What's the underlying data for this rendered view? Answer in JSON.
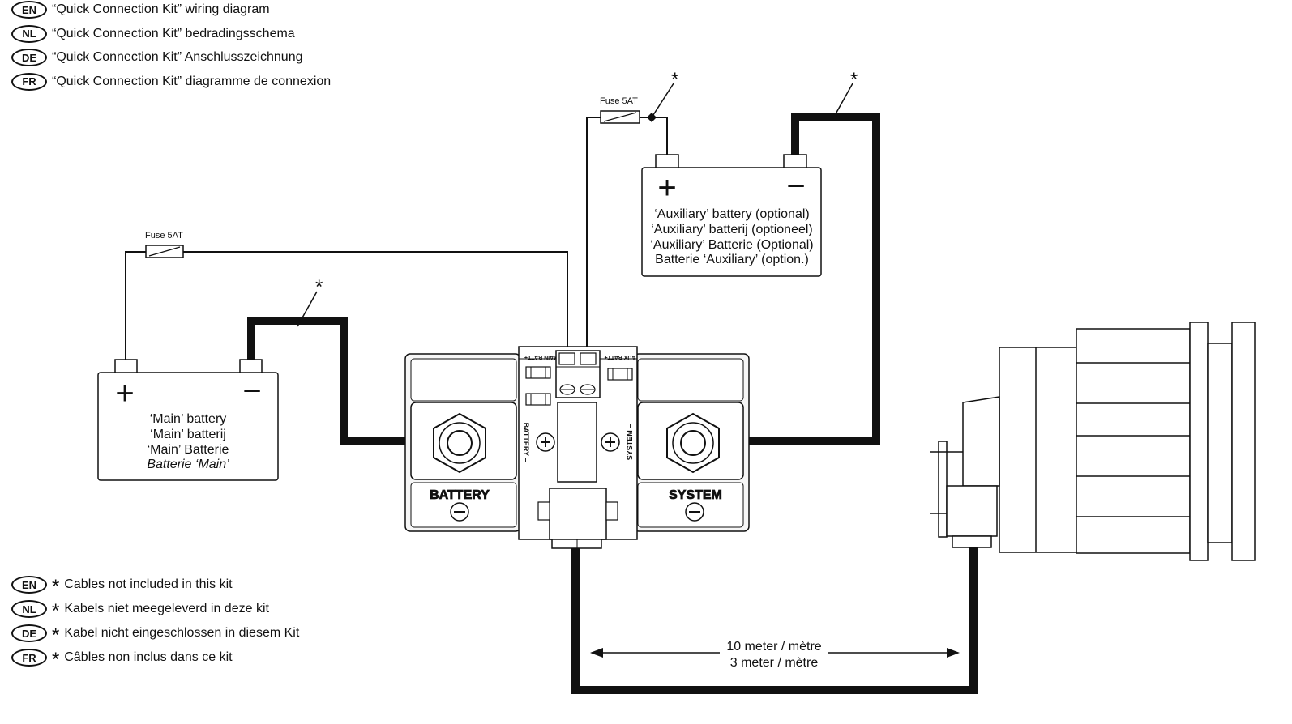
{
  "titles": [
    {
      "code": "EN",
      "text": "“Quick Connection Kit” wiring diagram"
    },
    {
      "code": "NL",
      "text": "“Quick Connection Kit” bedradingsschema"
    },
    {
      "code": "DE",
      "text": "“Quick Connection Kit” Anschlusszeichnung"
    },
    {
      "code": "FR",
      "text": "“Quick Connection Kit” diagramme de connexion"
    }
  ],
  "notes": [
    {
      "code": "EN",
      "text": "Cables not included in this kit"
    },
    {
      "code": "NL",
      "text": "Kabels niet meegeleverd in deze kit"
    },
    {
      "code": "DE",
      "text": "Kabel nicht eingeschlossen in diesem Kit"
    },
    {
      "code": "FR",
      "text": "Câbles non inclus dans ce kit"
    }
  ],
  "asterisk": "*",
  "fuse_main": "Fuse 5AT",
  "fuse_aux": "Fuse 5AT",
  "main_battery": {
    "plus": "+",
    "minus": "−",
    "lines": [
      "‘Main’ battery",
      "‘Main’ batterij",
      "‘Main’ Batterie",
      "Batterie ‘Main’"
    ]
  },
  "aux_battery": {
    "plus": "+",
    "minus": "−",
    "lines": [
      "‘Auxiliary’ battery (optional)",
      "‘Auxiliary’ batterij (optioneel)",
      "‘Auxiliary’ Batterie (Optional)",
      "Batterie ‘Auxiliary’ (option.)"
    ]
  },
  "relay": {
    "battery_label": "BATTERY",
    "system_label": "SYSTEM",
    "battery_side": "BATTERY –",
    "system_side": "SYSTEM –",
    "main_batt_tag": "MAIN BATT+",
    "aux_batt_tag": "AUX BATT+"
  },
  "cable_length": {
    "line1": "10 meter / mètre",
    "line2": "3 meter / mètre"
  },
  "colors": {
    "ink": "#111111",
    "panel": "#f6f6f6",
    "cable": "#111111"
  }
}
